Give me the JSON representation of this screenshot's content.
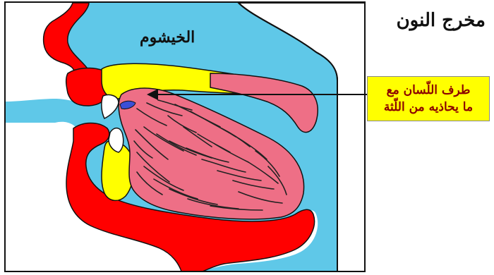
{
  "title": "مخرج النون",
  "diagram": {
    "nasal_cavity_label": "الخيشوم",
    "callout": {
      "line1": "طرف اللّسان مع",
      "line2": "ما يحاذيه من اللّثة"
    }
  },
  "colors": {
    "background_cavity": "#5fc8e8",
    "flesh_red": "#ff0000",
    "palate_yellow": "#ffff00",
    "tongue_pink": "#ee6f86",
    "articulation_point": "#3b4fd6",
    "callout_text": "#8b0000"
  }
}
